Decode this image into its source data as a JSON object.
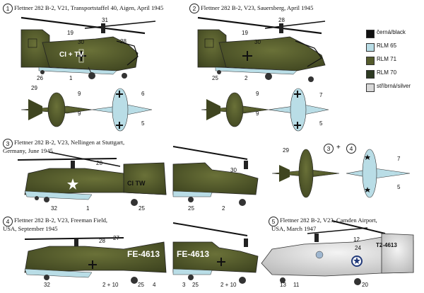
{
  "profiles": [
    {
      "number": "1",
      "title": "Flettner 282 B-2, V21, Transportstaffel 40, Aigen, April 1945",
      "code": "CI + TV"
    },
    {
      "number": "2",
      "title": "Flettner 282 B-2, V23, Sauersberg, April 1945"
    },
    {
      "number": "3",
      "title": "Flettner 282 B-2, V23, Nellingen at Stuttgart,",
      "title2": "Germany, June 1945",
      "code": "CI  TW"
    },
    {
      "number": "4",
      "title": "Flettner 282 B-2, V23, Freeman Field,",
      "title2": "USA, September 1945",
      "code": "FE-4613",
      "code2": "FE-4613"
    },
    {
      "number": "5",
      "title": "Flettner 282 B-2, V23, Camden Airport,",
      "title2": "USA, March 1947",
      "code": "T2-4613"
    }
  ],
  "combo_label": {
    "a": "3",
    "plus": "+",
    "b": "4"
  },
  "legend": [
    {
      "label": "černá/black",
      "color": "#111111"
    },
    {
      "label": "RLM 65",
      "color": "#b9dde6"
    },
    {
      "label": "RLM 71",
      "color": "#545b2c"
    },
    {
      "label": "RLM 70",
      "color": "#2d3a22"
    },
    {
      "label": "stříbrná/silver",
      "color": "#d8d8d8"
    }
  ],
  "callouts": {
    "p1": [
      "31",
      "19",
      "30",
      "28",
      "26",
      "1"
    ],
    "p1top": [
      "29",
      "9",
      "9"
    ],
    "p1bot": [
      "6",
      "5"
    ],
    "p2": [
      "28",
      "19",
      "30",
      "25",
      "2"
    ],
    "p2top": [
      "9",
      "9"
    ],
    "p2bot": [
      "7",
      "5"
    ],
    "p3": [
      "28",
      "32",
      "1",
      "25"
    ],
    "p3b": [
      "30",
      "25",
      "2"
    ],
    "p34top": [
      "29"
    ],
    "p34bot": [
      "7",
      "5"
    ],
    "p4": [
      "27",
      "28",
      "32",
      "2 + 10",
      "25",
      "4"
    ],
    "p4b": [
      "3",
      "25",
      "2 + 10"
    ],
    "p5": [
      "12",
      "24",
      "13",
      "11",
      "20"
    ]
  }
}
